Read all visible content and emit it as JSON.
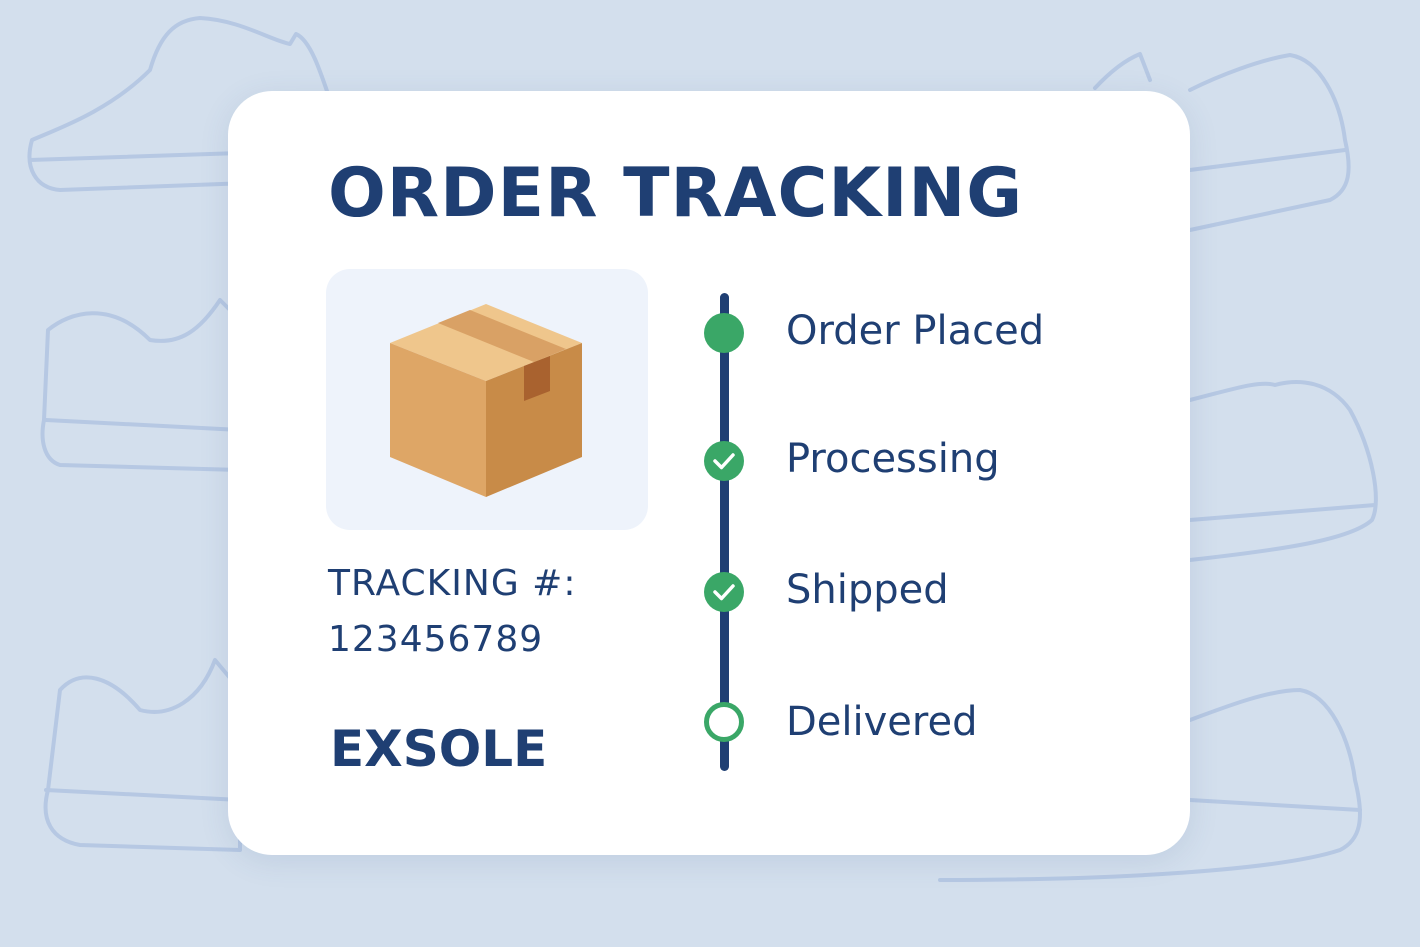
{
  "page": {
    "title": "ORDER TRACKING"
  },
  "tracking": {
    "label": "TRACKING #:",
    "number": "123456789"
  },
  "brand": {
    "name": "EXSOLE"
  },
  "steps": [
    {
      "label": "Order Placed",
      "status": "complete",
      "icon": "dot-icon"
    },
    {
      "label": "Processing",
      "status": "complete",
      "icon": "check-icon"
    },
    {
      "label": "Shipped",
      "status": "complete",
      "icon": "check-icon"
    },
    {
      "label": "Delivered",
      "status": "pending",
      "icon": "empty-circle-icon"
    }
  ],
  "colors": {
    "background": "#d3dfed",
    "card": "#ffffff",
    "primary_text": "#1f3f73",
    "success": "#3aa767",
    "box_tile": "#eef3fb"
  },
  "icons": {
    "product": "cardboard-box-icon",
    "background_pattern": "sneaker-outline-icon"
  }
}
